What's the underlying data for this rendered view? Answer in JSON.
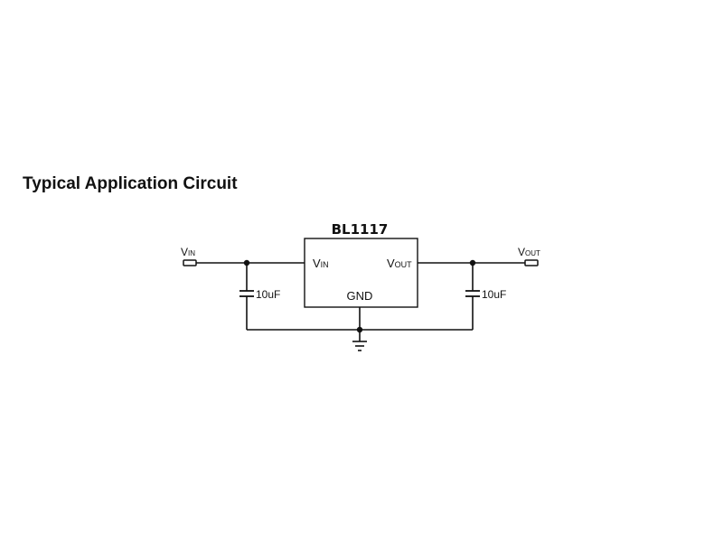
{
  "heading": "Typical Application Circuit",
  "schematic": {
    "part_number": "BL1117",
    "pins": {
      "input": {
        "main": "V",
        "sub": "IN"
      },
      "output": {
        "main": "V",
        "sub": "OUT"
      },
      "ground": "GND"
    },
    "terminals": {
      "input": {
        "main": "V",
        "sub": "IN"
      },
      "output": {
        "main": "V",
        "sub": "OUT"
      }
    },
    "capacitors": {
      "input_cap": "10uF",
      "output_cap": "10uF"
    }
  }
}
